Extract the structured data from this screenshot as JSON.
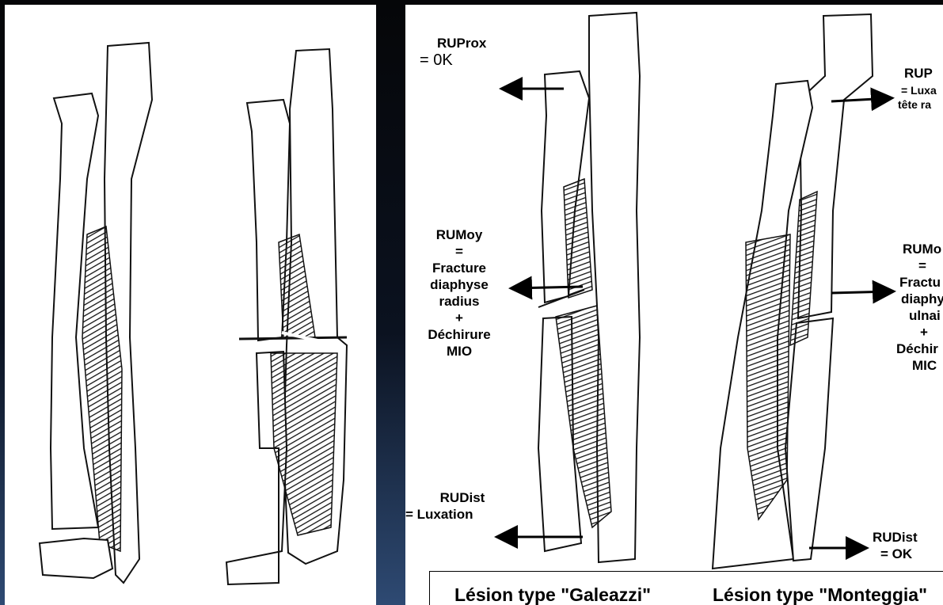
{
  "labels": {
    "ruprox_left": "RUProx",
    "ruprox_left_val": "= 0K",
    "rumoy_left": "RUMoy",
    "rumoy_left_eq": "=",
    "rumoy_left_l1": "Fracture",
    "rumoy_left_l2": "diaphyse",
    "rumoy_left_l3": "radius",
    "rumoy_left_plus": "+",
    "rumoy_left_l4": "Déchirure",
    "rumoy_left_l5": "MIO",
    "rudist_left": "RUDist",
    "rudist_left_val": "= Luxation",
    "ruprox_right": "RUP",
    "ruprox_right_l1": "= Luxa",
    "ruprox_right_l2": "tête ra",
    "rumoy_right": "RUMo",
    "rumoy_right_eq": "=",
    "rumoy_right_l1": "Fractu",
    "rumoy_right_l2": "diaphy",
    "rumoy_right_l3": "ulnai",
    "rumoy_right_plus": "+",
    "rumoy_right_l4": "Déchir",
    "rumoy_right_l5": "MIC",
    "rudist_right": "RUDist",
    "rudist_right_val": "= OK"
  },
  "captions": {
    "galeazzi": "Lésion type \"Galeazzi\"",
    "monteggia": "Lésion type \"Monteggia\""
  }
}
